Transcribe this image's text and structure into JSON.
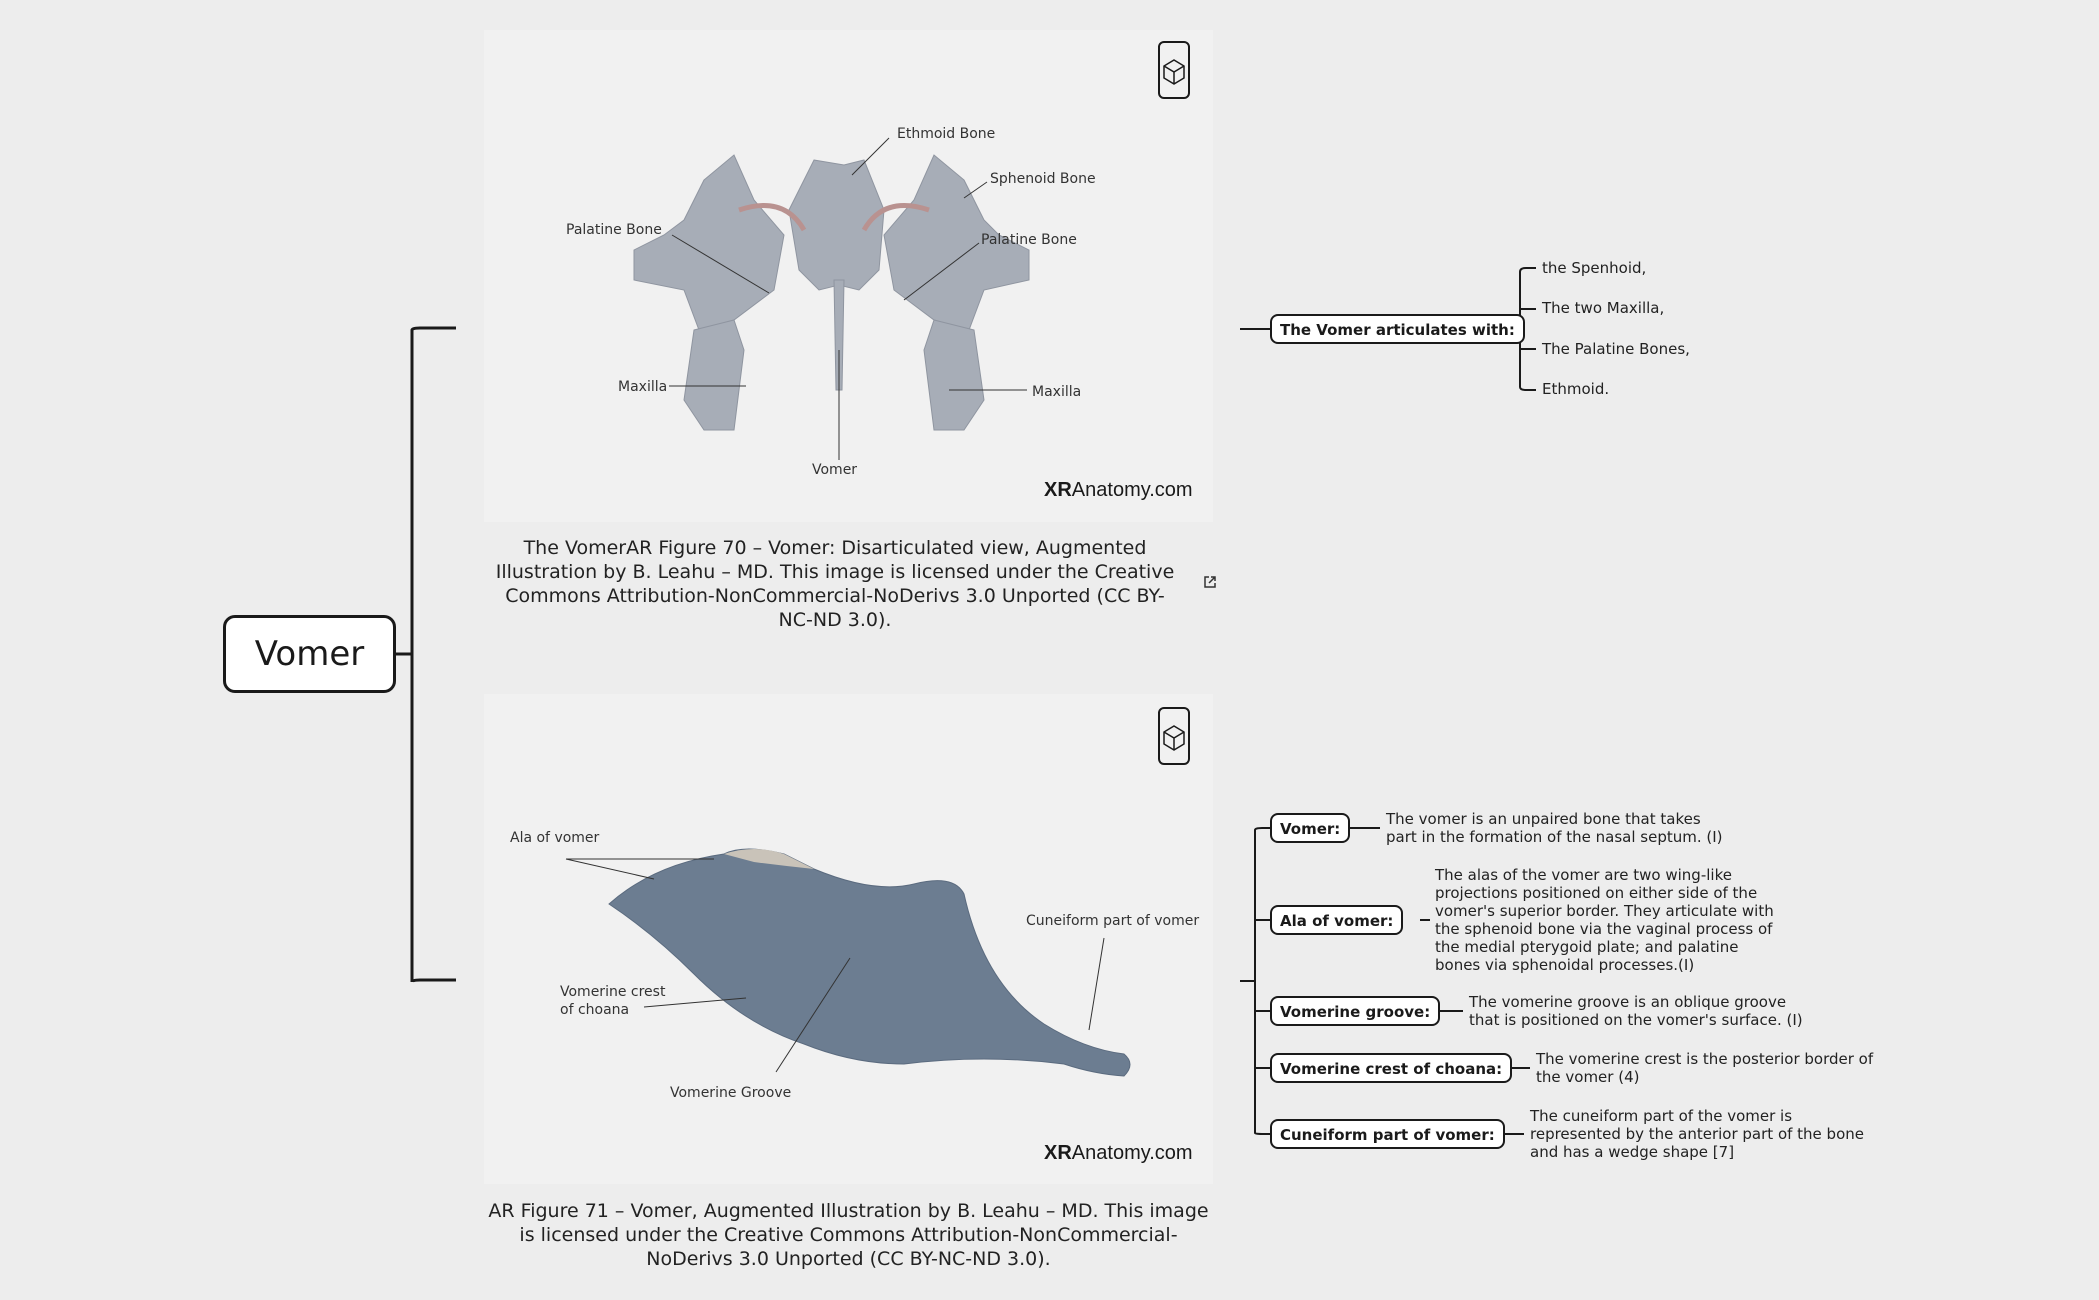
{
  "root": {
    "label": "Vomer"
  },
  "figure1": {
    "labels": {
      "ethmoid": "Ethmoid Bone",
      "sphenoid": "Sphenoid Bone",
      "palatine_left": "Palatine Bone",
      "palatine_right": "Palatine Bone",
      "maxilla_left": "Maxilla",
      "maxilla_right": "Maxilla",
      "vomer": "Vomer"
    },
    "brand_bold": "XR",
    "brand_rest": "Anatomy.com",
    "caption": "The VomerAR Figure 70 – Vomer: Disarticulated view, Augmented Illustration by B. Leahu – MD. This image is licensed under the Creative Commons Attribution-NonCommercial-NoDerivs 3.0 Unported (CC BY-NC-ND 3.0)."
  },
  "figure2": {
    "labels": {
      "ala": "Ala of vomer",
      "cuneiform": "Cuneiform part of vomer",
      "crest_line1": "Vomerine crest",
      "crest_line2": "of choana",
      "groove": "Vomerine Groove"
    },
    "brand_bold": "XR",
    "brand_rest": "Anatomy.com",
    "caption": "AR Figure 71 – Vomer, Augmented Illustration by B. Leahu – MD. This image is licensed under the Creative Commons Attribution-NonCommercial-NoDerivs 3.0 Unported (CC BY-NC-ND 3.0)."
  },
  "articulates": {
    "label": "The Vomer articulates with:",
    "items": [
      "the Spenhoid,",
      "The two Maxilla,",
      "The Palatine Bones,",
      "Ethmoid."
    ]
  },
  "parts": [
    {
      "label": "Vomer:",
      "desc": "The vomer is an unpaired bone that takes part in the formation of the nasal septum. (I)"
    },
    {
      "label": "Ala of vomer:",
      "desc": "The alas of the vomer are two wing-like projections positioned on either side of the vomer's superior border. They articulate with the sphenoid bone via the vaginal process of the medial pterygoid plate; and palatine bones via sphenoidal processes.(I)"
    },
    {
      "label": "Vomerine groove:",
      "desc": "The vomerine groove is an oblique groove that is positioned on the vomer's surface. (I)"
    },
    {
      "label": "Vomerine crest of choana:",
      "desc": "The vomerine crest is the posterior border of the vomer (4)"
    },
    {
      "label": "Cuneiform part of vomer:",
      "desc": "The cuneiform part of the vomer is represented by the anterior part of the bone and has a wedge shape [7]"
    }
  ]
}
